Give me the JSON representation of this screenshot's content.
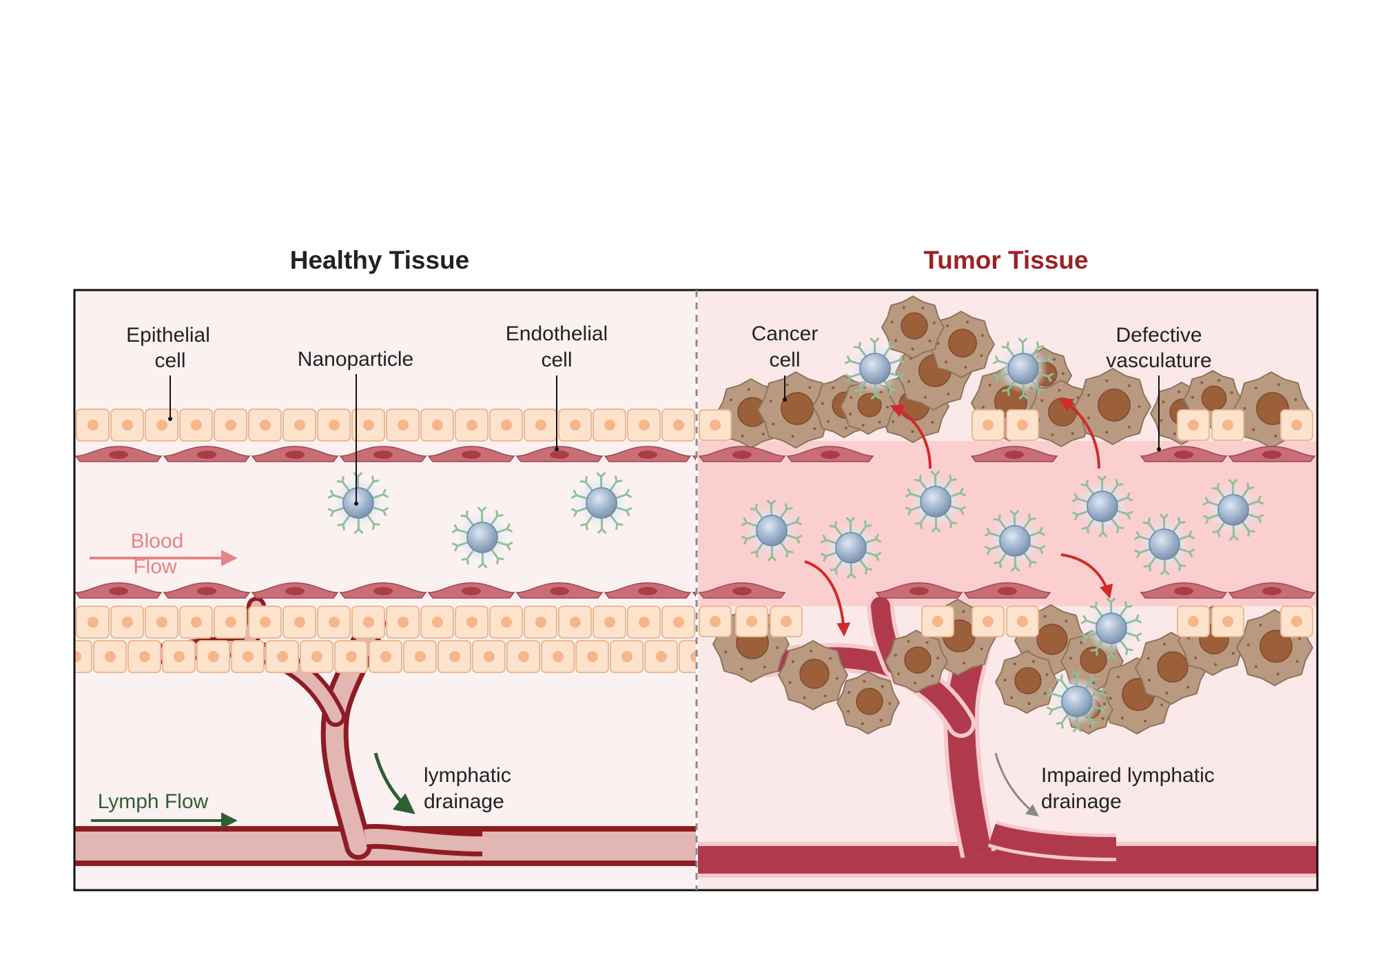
{
  "titles": {
    "healthy": "Healthy Tissue",
    "tumor": "Tumor Tissue"
  },
  "healthy_labels": {
    "epithelial_line1": "Epithelial",
    "epithelial_line2": "cell",
    "nanoparticle": "Nanoparticle",
    "endothelial_line1": "Endothelial",
    "endothelial_line2": "cell",
    "blood_flow_line1": "Blood",
    "blood_flow_line2": "Flow",
    "lymph_flow": "Lymph Flow",
    "drainage_line1": "lymphatic",
    "drainage_line2": "drainage"
  },
  "tumor_labels": {
    "cancer_line1": "Cancer",
    "cancer_line2": "cell",
    "defective_line1": "Defective",
    "defective_line2": "vasculature",
    "impaired_line1": "Impaired lymphatic",
    "impaired_line2": "drainage"
  },
  "colors": {
    "healthy_title": "#222222",
    "tumor_title": "#9b2226",
    "healthy_bg": "#fbf1f1",
    "tumor_bg": "#fbe9e9",
    "vessel_lumen_tumor": "#fbcfd0",
    "epithelial_fill": "#fde3cc",
    "epithelial_nucleus": "#f6b58a",
    "endothelial_fill": "#c96e76",
    "endothelial_nucleus": "#a83d48",
    "cancer_fill": "#b99a80",
    "cancer_nucleus": "#9b5f3a",
    "nanoparticle_core": "#9fb4cc",
    "nanoparticle_ligand": "#8fc09a",
    "lymph_healthy": "#e2b6b3",
    "lymph_tumor": "#b03a4c",
    "lymph_wall": "#8e1c25",
    "blood_flow_arrow": "#e58486",
    "lymph_flow_arrow": "#2f5e34",
    "leak_arrow": "#d12a2a",
    "impaired_arrow": "#888888"
  },
  "icons": {
    "nanoparticle": "ligand-coated-nanoparticle-icon",
    "cancer_cell": "cancer-cell-icon",
    "epithelial_cell": "epithelial-cell-icon",
    "endothelial_cell": "endothelial-cell-icon"
  }
}
